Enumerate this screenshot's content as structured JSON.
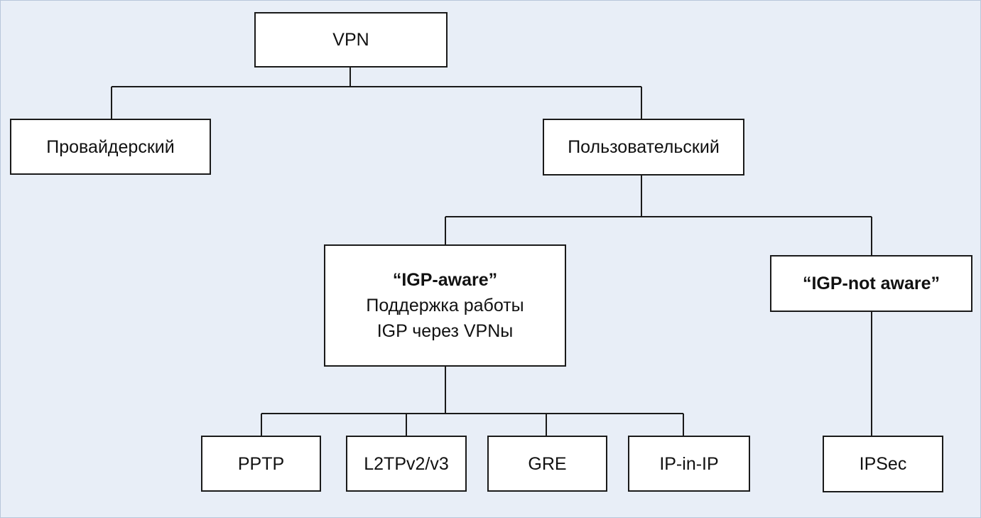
{
  "diagram": {
    "nodes": {
      "vpn": {
        "label": "VPN"
      },
      "provider": {
        "label": "Провайдерский"
      },
      "user": {
        "label": "Пользовательский"
      },
      "igp_aware": {
        "title": "“IGP-aware”",
        "line1": "Поддержка работы",
        "line2": "IGP через VPNы"
      },
      "igp_not_aware": {
        "title": "“IGP-not aware”"
      },
      "pptp": {
        "label": "PPTP"
      },
      "l2tp": {
        "label": "L2TPv2/v3"
      },
      "gre": {
        "label": "GRE"
      },
      "ipinip": {
        "label": "IP-in-IP"
      },
      "ipsec": {
        "label": "IPSec"
      }
    },
    "colors": {
      "background": "#e8eef7",
      "box_fill": "#ffffff",
      "stroke": "#1a1a1a"
    }
  }
}
